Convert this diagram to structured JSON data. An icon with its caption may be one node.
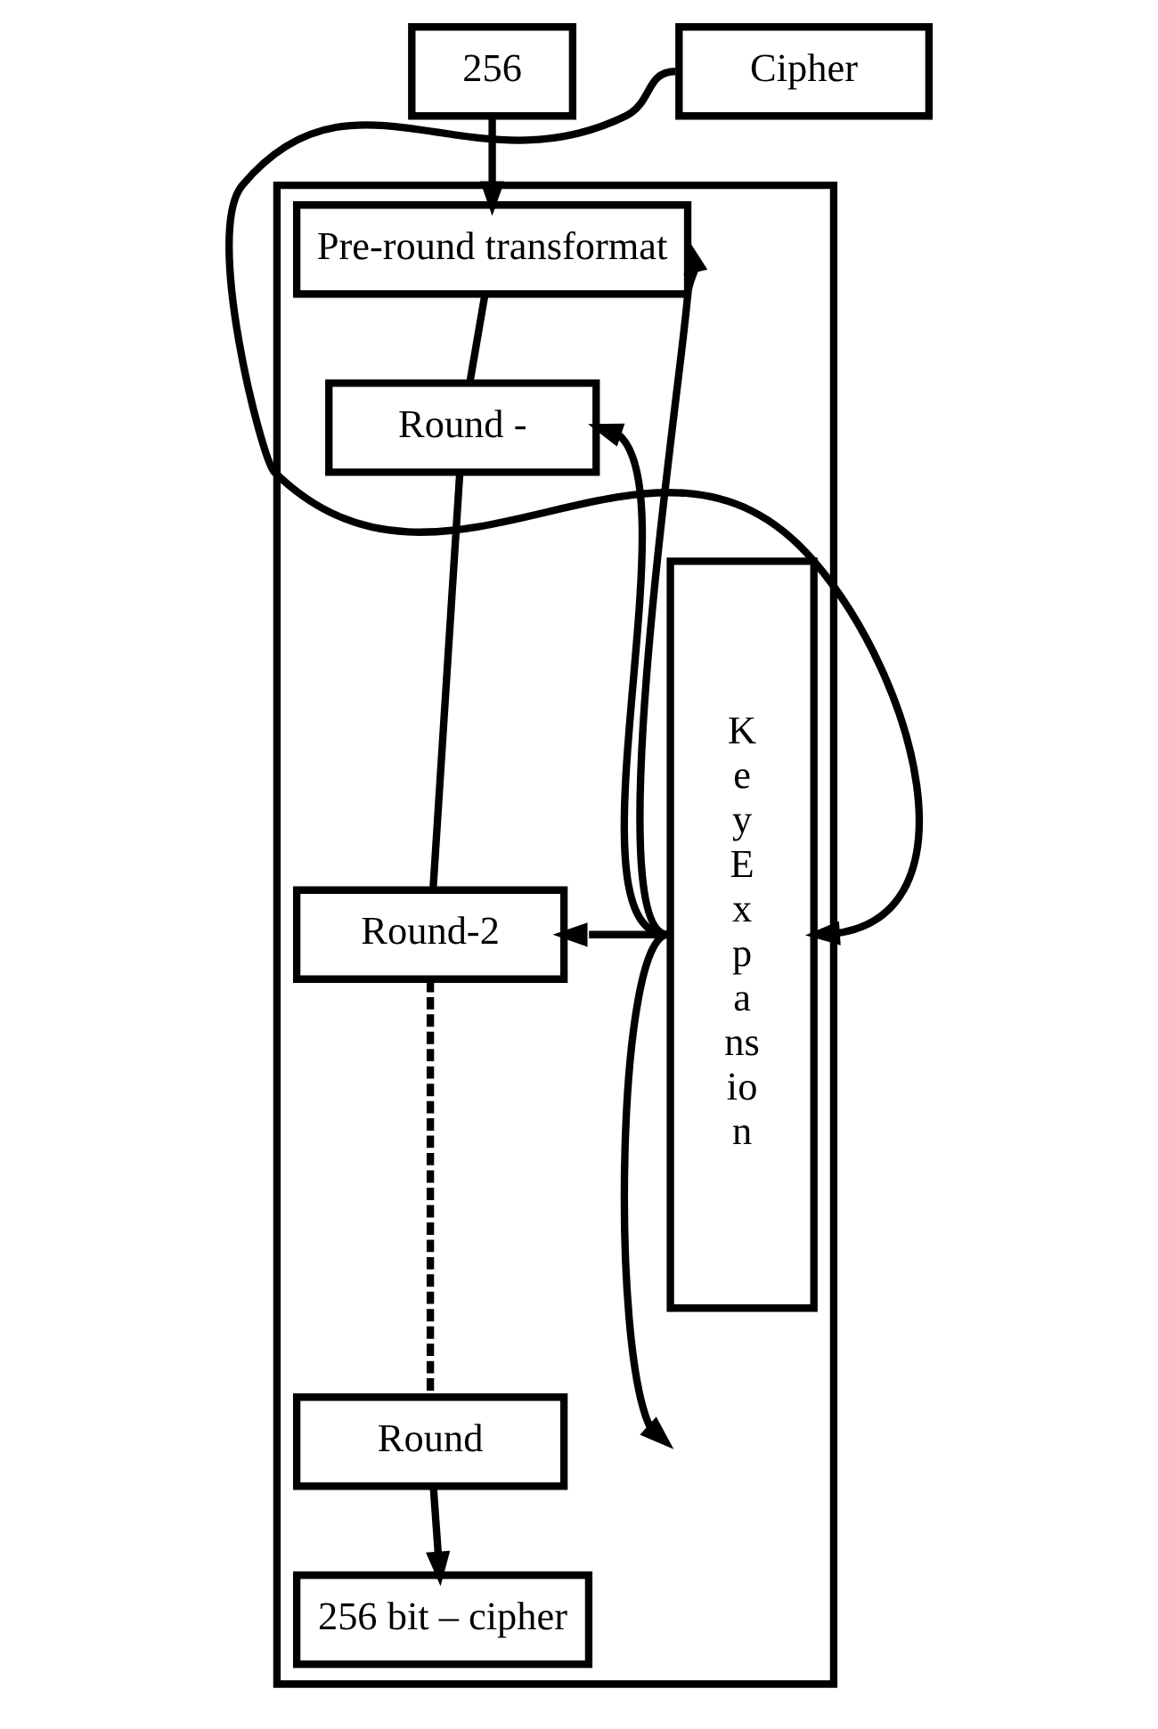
{
  "diagram": {
    "nodes": [
      {
        "text": [],
        "shape": "box"
      },
      {
        "text": [
          "256"
        ]
      },
      {
        "text": [
          "Pre-round transformat"
        ],
        "in": 0
      },
      {
        "text": [
          "Round -"
        ],
        "in": 0
      },
      {
        "text": [
          "Round-2"
        ],
        "in": 0
      },
      {
        "text": [
          "Round"
        ],
        "in": 0
      },
      {
        "text": [
          "256 bit – cipher"
        ],
        "in": 0
      },
      {
        "text": [
          "K e y E x p a ns io n"
        ],
        "in": 0
      },
      {
        "text": [
          "Cipher"
        ]
      }
    ],
    "edges": [
      {
        "from": 1,
        "to": 2,
        "arrow": "to"
      },
      {
        "from": 2,
        "to": 3,
        "arrow": "none"
      },
      {
        "from": 3,
        "to": 4,
        "arrow": "none"
      },
      {
        "from": 4,
        "to": 5,
        "arrow": "none",
        "style": "dashed"
      },
      {
        "from": 5,
        "to": 6,
        "arrow": "to"
      },
      {
        "from": 7,
        "to": 2,
        "arrow": "to"
      },
      {
        "from": 7,
        "to": 3,
        "arrow": "to"
      },
      {
        "from": 7,
        "to": 4,
        "arrow": "to"
      },
      {
        "from": 7,
        "to": null,
        "arrow": "to"
      },
      {
        "from": 8,
        "to": 7,
        "arrow": "to"
      }
    ]
  }
}
